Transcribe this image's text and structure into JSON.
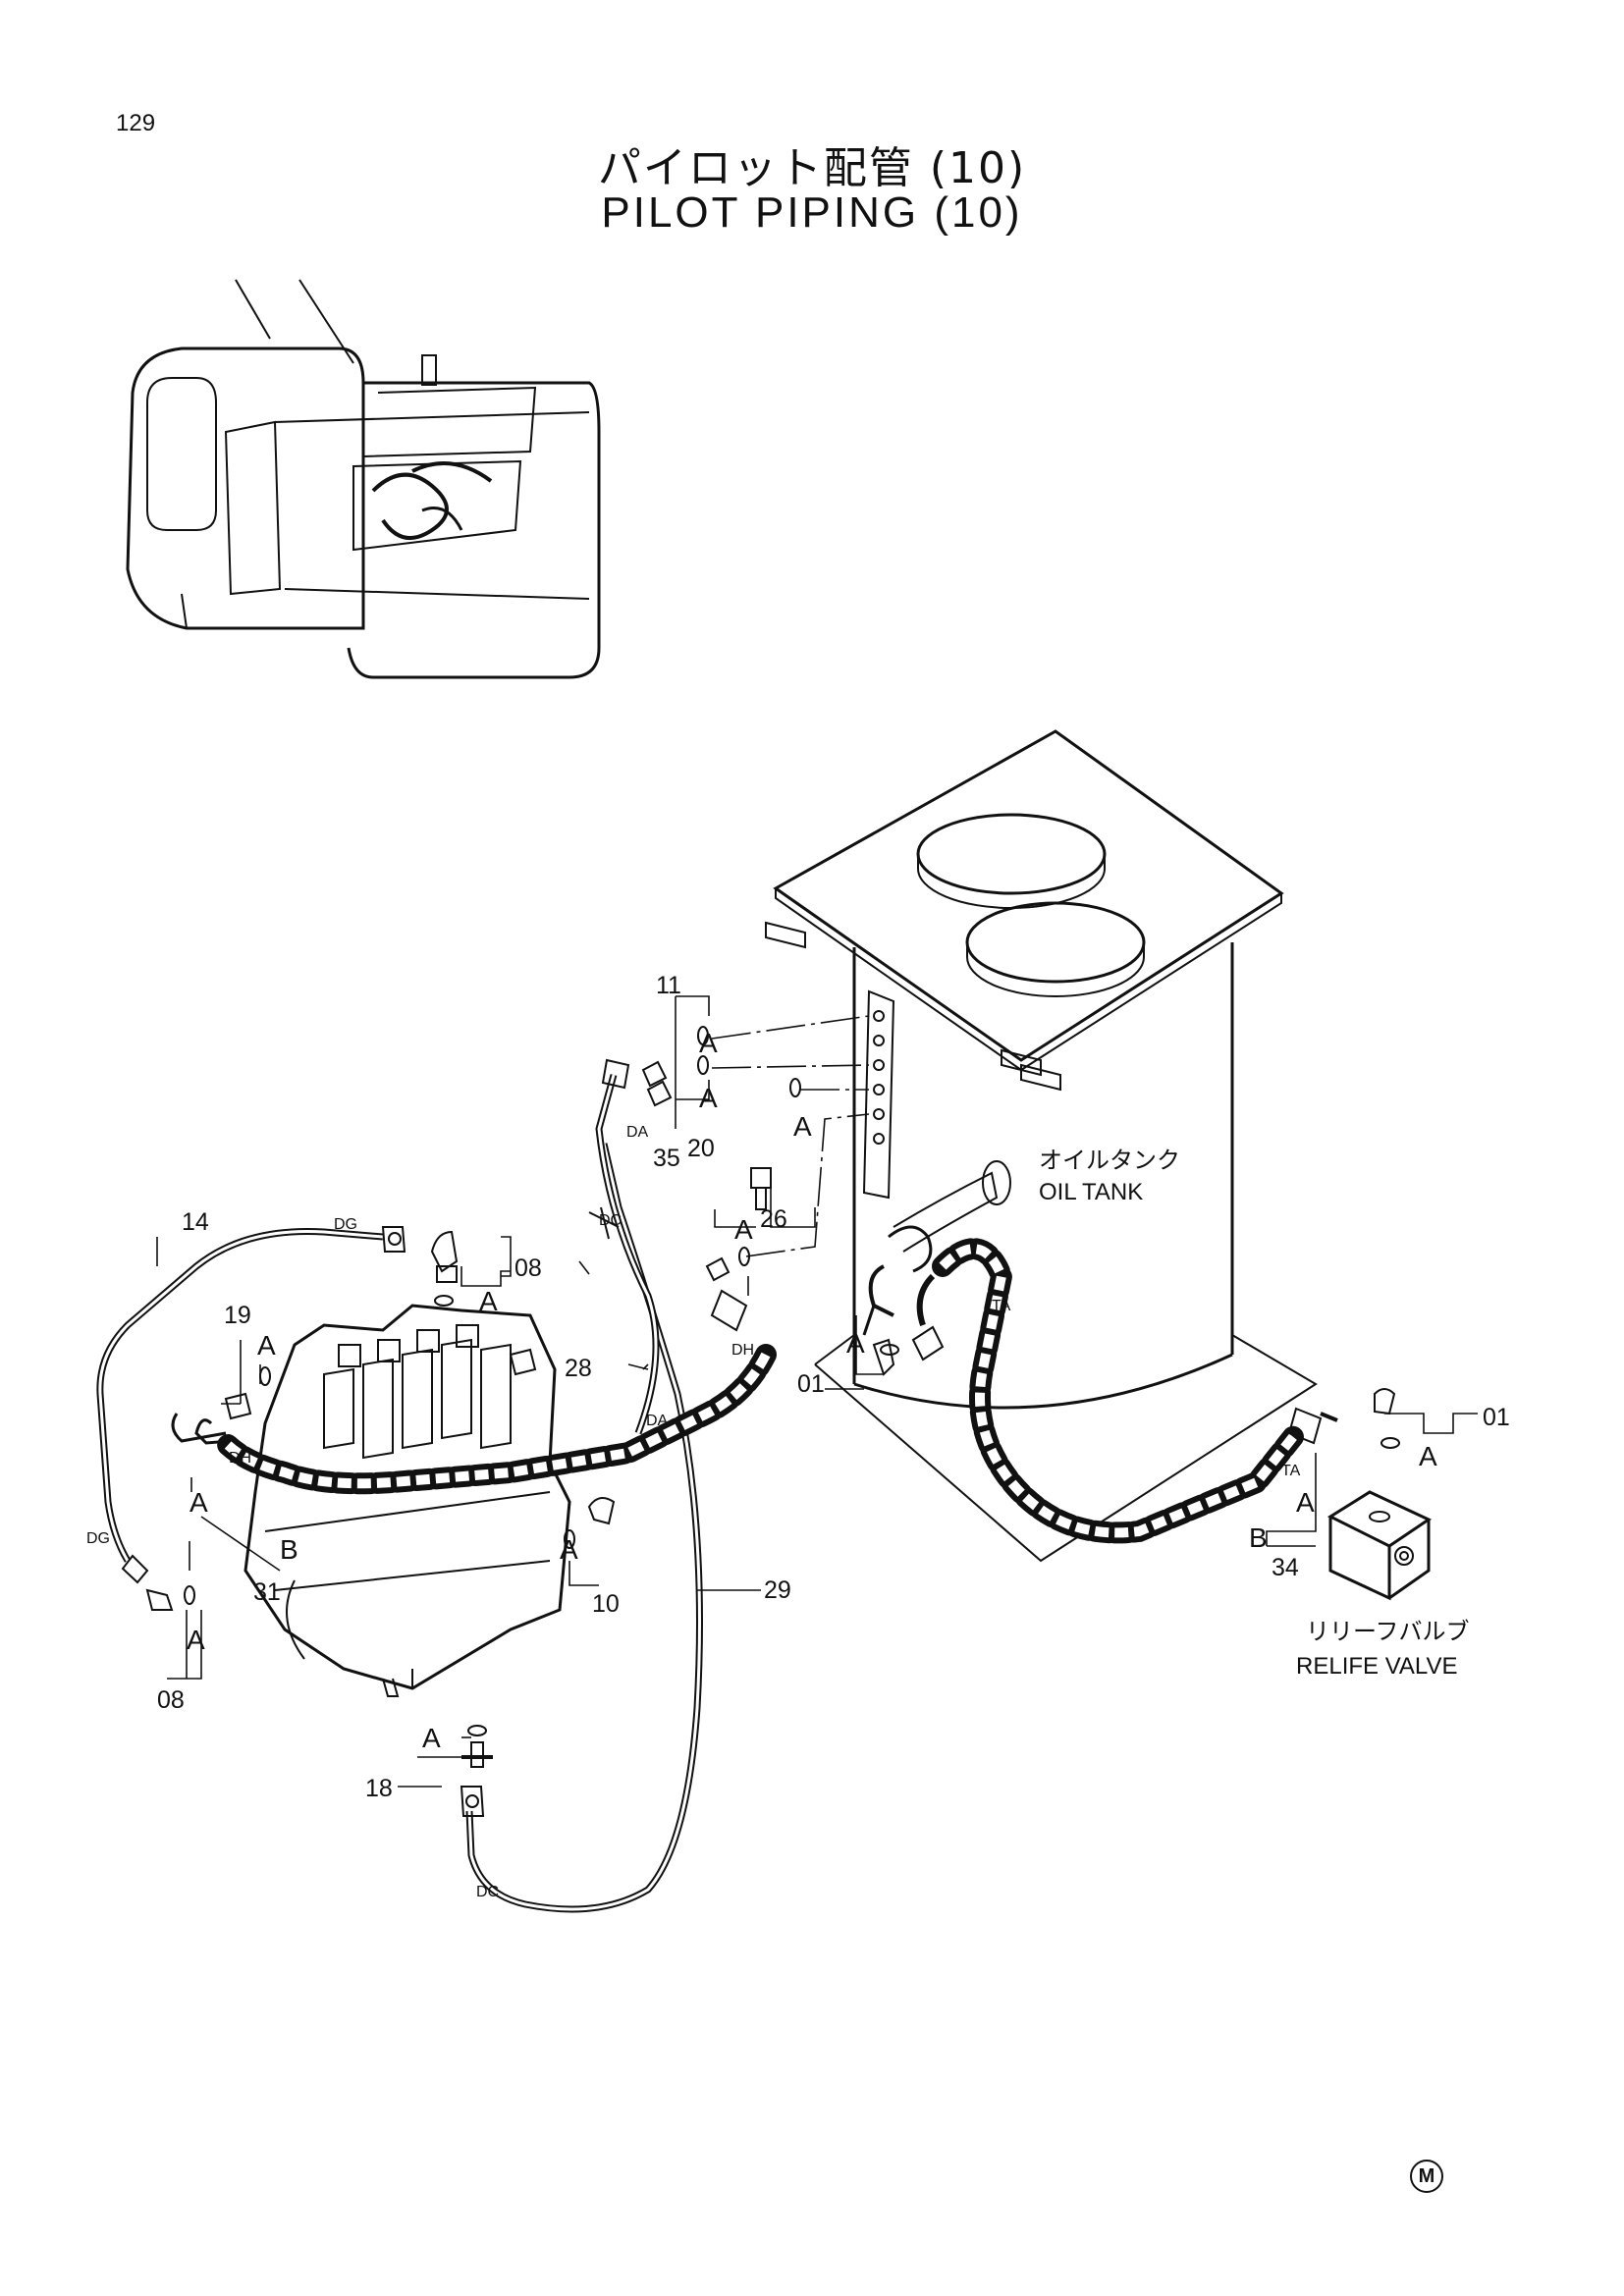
{
  "page": {
    "number": "129"
  },
  "title": {
    "jp": "パイロット配管 (10)",
    "en": "PILOT PIPING (10)"
  },
  "callouts": {
    "p01a": "01",
    "p01b": "01",
    "p08a": "08",
    "p08b": "08",
    "p10": "10",
    "p11": "11",
    "p14": "14",
    "p18": "18",
    "p19": "19",
    "p20": "20",
    "p26": "26",
    "p28": "28",
    "p29": "29",
    "p31": "31",
    "p34": "34",
    "p35": "35"
  },
  "markers": {
    "a": "A",
    "b": "B"
  },
  "hose_tags": {
    "dg": "DG",
    "da": "DA",
    "dc": "DC",
    "dh": "DH",
    "ta": "TA"
  },
  "components": {
    "oil_tank_jp": "オイルタンク",
    "oil_tank_en": "OIL TANK",
    "relief_valve_jp": "リリーフバルブ",
    "relief_valve_en": "RELIFE VALVE"
  },
  "footer_mark": "M"
}
